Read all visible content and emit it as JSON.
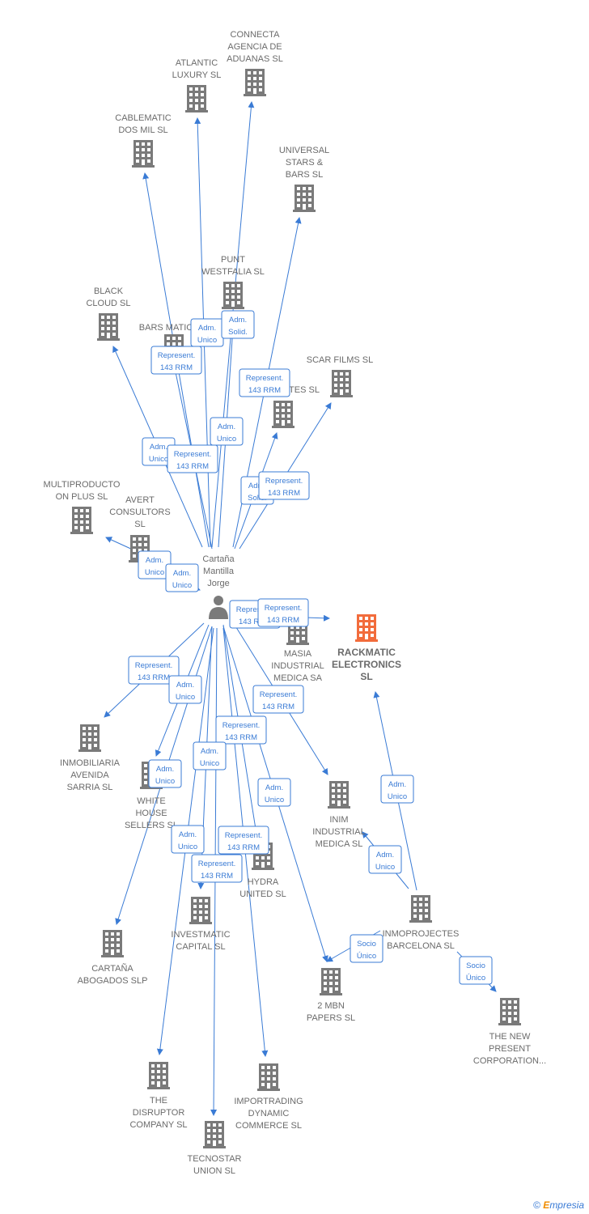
{
  "colors": {
    "edge": "#3a7bd5",
    "company": "#7a7a7a",
    "main": "#f26c3c",
    "person": "#7a7a7a"
  },
  "person": {
    "label": "Cartaña Mantilla Jorge",
    "lines": [
      "Cartaña",
      "Mantilla",
      "Jorge"
    ]
  },
  "companies": [
    {
      "id": "connecta",
      "lines": [
        "CONNECTA",
        "AGENCIA DE",
        "ADUANAS  SL"
      ]
    },
    {
      "id": "atlantic",
      "lines": [
        "ATLANTIC",
        "LUXURY  SL"
      ]
    },
    {
      "id": "cablematic",
      "lines": [
        "CABLEMATIC",
        "DOS MIL SL"
      ]
    },
    {
      "id": "universal",
      "lines": [
        "UNIVERSAL",
        "STARS &",
        "BARS  SL"
      ]
    },
    {
      "id": "punt",
      "lines": [
        "PUNT",
        "WESTFALIA SL"
      ]
    },
    {
      "id": "black",
      "lines": [
        "BLACK",
        "CLOUD  SL"
      ]
    },
    {
      "id": "barsmatic",
      "lines": [
        "BARS MATIC"
      ]
    },
    {
      "id": "scar",
      "lines": [
        "SCAR FILMS  SL"
      ]
    },
    {
      "id": "tes",
      "lines": [
        "TES SL"
      ]
    },
    {
      "id": "multiproducto",
      "lines": [
        "MULTIPRODUCTO",
        "ON PLUS  SL"
      ]
    },
    {
      "id": "avert",
      "lines": [
        "AVERT",
        "CONSULTORS",
        "SL"
      ]
    },
    {
      "id": "masia",
      "lines": [
        "MASIA",
        "INDUSTRIAL",
        "MEDICA SA"
      ]
    },
    {
      "id": "rackmatic",
      "lines": [
        "RACKMATIC",
        "ELECTRONICS",
        "SL"
      ],
      "main": true
    },
    {
      "id": "inmobiliaria",
      "lines": [
        "INMOBILIARIA",
        "AVENIDA",
        "SARRIA  SL"
      ]
    },
    {
      "id": "white",
      "lines": [
        "WHITE",
        "HOUSE",
        "SELLERS SL"
      ]
    },
    {
      "id": "inim",
      "lines": [
        "INIM",
        "INDUSTRIAL",
        "MEDICA  SL"
      ]
    },
    {
      "id": "hydra",
      "lines": [
        "HYDRA",
        "UNITED  SL"
      ]
    },
    {
      "id": "inmoprojectes",
      "lines": [
        "INMOPROJECTES",
        "BARCELONA SL"
      ]
    },
    {
      "id": "investmatic",
      "lines": [
        "INVESTMATIC",
        "CAPITAL  SL"
      ]
    },
    {
      "id": "cartana",
      "lines": [
        "CARTAÑA",
        "ABOGADOS  SLP"
      ]
    },
    {
      "id": "mbn",
      "lines": [
        "2 MBN",
        "PAPERS SL"
      ]
    },
    {
      "id": "newpresent",
      "lines": [
        "THE NEW",
        "PRESENT",
        "CORPORATION..."
      ]
    },
    {
      "id": "disruptor",
      "lines": [
        "THE",
        "DISRUPTOR",
        "COMPANY  SL"
      ]
    },
    {
      "id": "importrading",
      "lines": [
        "IMPORTRADING",
        "DYNAMIC",
        "COMMERCE  SL"
      ]
    },
    {
      "id": "tecnostar",
      "lines": [
        "TECNOSTAR",
        "UNION  SL"
      ]
    }
  ],
  "edge_labels": [
    {
      "id": "l_adm_unico_1",
      "lines": [
        "Adm.",
        "Unico"
      ]
    },
    {
      "id": "l_adm_solid_1",
      "lines": [
        "Adm.",
        "Solid."
      ]
    },
    {
      "id": "l_rep_1",
      "lines": [
        "Represent.",
        "143 RRM"
      ]
    },
    {
      "id": "l_rep_2",
      "lines": [
        "Represent.",
        "143 RRM"
      ]
    },
    {
      "id": "l_adm_unico_2",
      "lines": [
        "Adm.",
        "Unico"
      ]
    },
    {
      "id": "l_adm_unico_3",
      "lines": [
        "Adm.",
        "Unico"
      ]
    },
    {
      "id": "l_rep_3",
      "lines": [
        "Represent.",
        "143 RRM"
      ]
    },
    {
      "id": "l_adm_solid_2",
      "lines": [
        "Adm.",
        "Solid."
      ]
    },
    {
      "id": "l_rep_4",
      "lines": [
        "Represent.",
        "143 RRM"
      ]
    },
    {
      "id": "l_adm_unico_4",
      "lines": [
        "Adm.",
        "Unico"
      ]
    },
    {
      "id": "l_adm_unico_5",
      "lines": [
        "Adm.",
        "Unico"
      ]
    },
    {
      "id": "l_rep_5",
      "lines": [
        "Represent.",
        "143 RRM"
      ]
    },
    {
      "id": "l_rep_6",
      "lines": [
        "Represent.",
        "143 RRM"
      ]
    },
    {
      "id": "l_rep_7",
      "lines": [
        "Represent.",
        "143 RRM"
      ]
    },
    {
      "id": "l_adm_unico_6",
      "lines": [
        "Adm.",
        "Unico"
      ]
    },
    {
      "id": "l_rep_8",
      "lines": [
        "Represent.",
        "143 RRM"
      ]
    },
    {
      "id": "l_rep_9",
      "lines": [
        "Represent.",
        "143 RRM"
      ]
    },
    {
      "id": "l_adm_unico_7",
      "lines": [
        "Adm.",
        "Unico"
      ]
    },
    {
      "id": "l_adm_unico_8",
      "lines": [
        "Adm.",
        "Unico"
      ]
    },
    {
      "id": "l_adm_unico_9",
      "lines": [
        "Adm.",
        "Unico"
      ]
    },
    {
      "id": "l_adm_unico_10",
      "lines": [
        "Adm.",
        "Unico"
      ]
    },
    {
      "id": "l_rep_10",
      "lines": [
        "Represent.",
        "143 RRM"
      ]
    },
    {
      "id": "l_rep_11",
      "lines": [
        "Represent.",
        "143 RRM"
      ]
    },
    {
      "id": "l_adm_unico_11",
      "lines": [
        "Adm.",
        "Unico"
      ]
    },
    {
      "id": "l_adm_unico_12",
      "lines": [
        "Adm.",
        "Unico"
      ]
    },
    {
      "id": "l_socio_1",
      "lines": [
        "Socio",
        "Único"
      ]
    },
    {
      "id": "l_socio_2",
      "lines": [
        "Socio",
        "Único"
      ]
    }
  ],
  "footer": {
    "copyright": "©",
    "brand_e": "E",
    "brand_rest": "mpresia"
  }
}
